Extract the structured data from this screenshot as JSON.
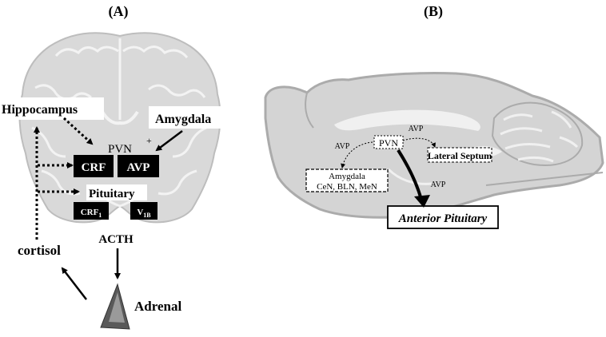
{
  "panel_a": {
    "label": "(A)",
    "hippocampus": "Hippocampus",
    "amygdala": "Amygdala",
    "plus_sign": "+",
    "pvn": "PVN",
    "crf": "CRF",
    "avp": "AVP",
    "pituitary": "Pituitary",
    "crf1_base": "CRF",
    "crf1_sub": "1",
    "v1b_base": "V",
    "v1b_sub": "1B",
    "acth": "ACTH",
    "cortisol": "cortisol",
    "adrenal": "Adrenal"
  },
  "panel_b": {
    "label": "(B)",
    "pvn": "PVN",
    "avp_left": "AVP",
    "avp_right": "AVP",
    "avp_down": "AVP",
    "lateral_septum": "Lateral Septum",
    "amygdala": "Amygdala",
    "amygdala_nuclei": "CeN, BLN, MeN",
    "anterior_pituitary": "Anterior Pituitary"
  },
  "colors": {
    "brain_fill": "#d9d9d9",
    "brain_stroke": "#bdbdbd",
    "sagittal_fill": "#d4d4d4",
    "sagittal_stroke": "#ababab",
    "box_fill": "#000000",
    "text": "#000000"
  }
}
